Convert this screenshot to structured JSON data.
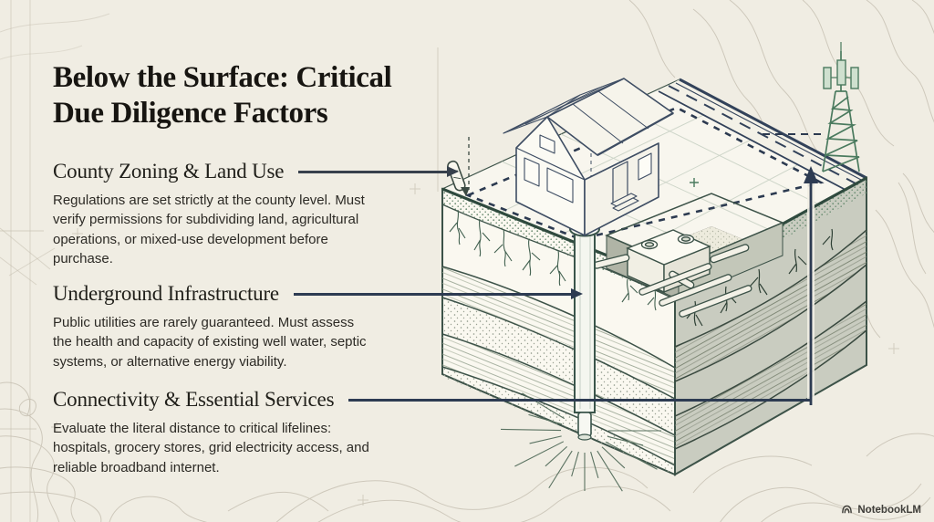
{
  "title": {
    "line1": "Below the Surface: Critical",
    "line2": "Due Diligence Factors"
  },
  "sections": [
    {
      "id": "county-zoning-land-use",
      "heading": "County Zoning & Land Use",
      "body": "Regulations are set strictly at the county level. Must verify permissions for subdividing land, agricultural operations, or mixed-use development before purchase."
    },
    {
      "id": "underground-infrastructure",
      "heading": "Underground Infrastructure",
      "body": "Public utilities are rarely guaranteed. Must assess the health and capacity of existing well water, septic systems, or alternative energy viability."
    },
    {
      "id": "connectivity-essential-services",
      "heading": "Connectivity & Essential Services",
      "body": "Evaluate the literal distance to critical lifelines: hospitals, grocery stores, grid electricity access, and reliable broadband internet."
    }
  ],
  "watermark": {
    "logo_icon": "notebooklm-logo-icon",
    "label": "NotebookLM"
  },
  "illustration": {
    "style": "isometric blueprint cross-section of rural land parcel",
    "elements": [
      "house-wireframe",
      "survey-stake",
      "property-boundary-dashed",
      "country-road",
      "cell-tower",
      "soil-strata-cross-section",
      "root-zone",
      "well-pipe",
      "septic-tank",
      "leach-field-pipes",
      "underground-water-source",
      "topographic-contours"
    ]
  },
  "colors": {
    "background": "#f0ede3",
    "terrain_ink": "#3a554b",
    "blueprint_navy": "#2d3b52",
    "green_accent": "#4a7a5e",
    "title_text": "#171511",
    "body_text": "#2c2a25",
    "contour": "#a59d8c"
  }
}
